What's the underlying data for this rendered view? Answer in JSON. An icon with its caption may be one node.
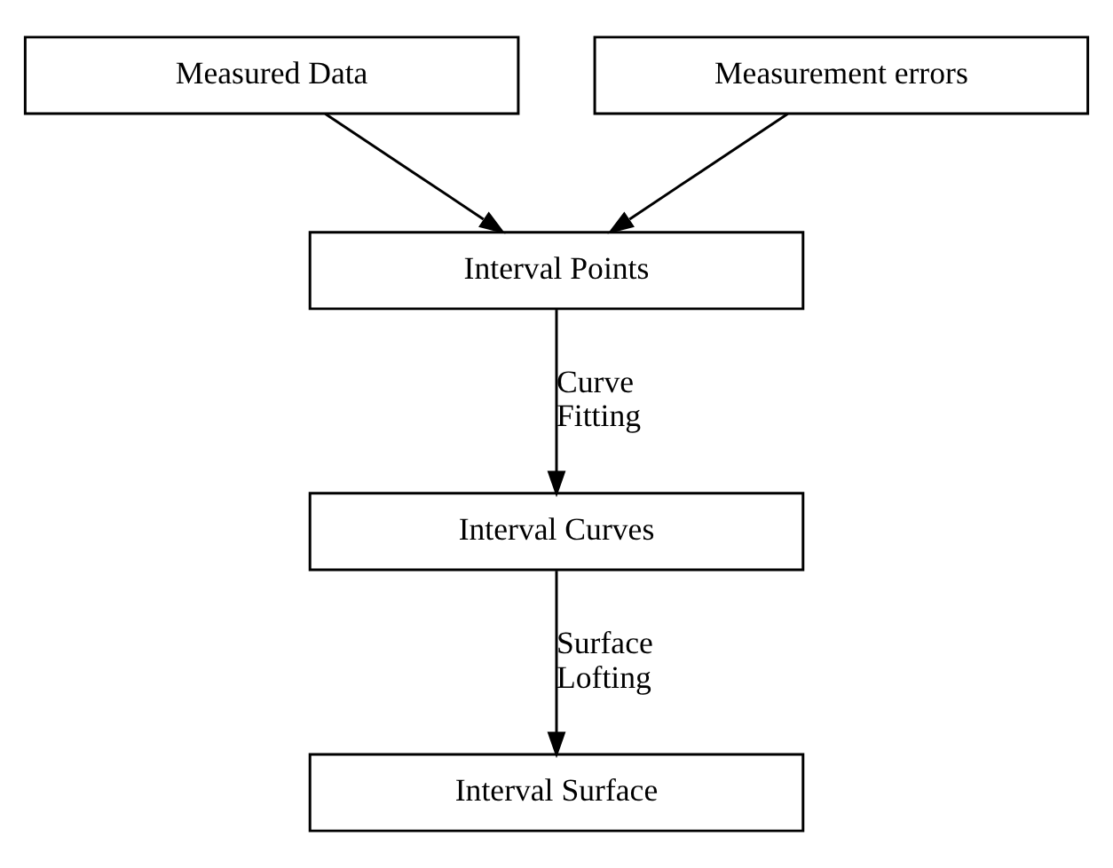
{
  "diagram": {
    "nodes": [
      {
        "text": [
          "Measured Data"
        ]
      },
      {
        "text": [
          "Measurement errors"
        ]
      },
      {
        "text": [
          "Interval Points"
        ]
      },
      {
        "text": [
          "Interval Curves"
        ]
      },
      {
        "text": [
          "Interval Surface"
        ]
      }
    ],
    "edges": [
      {
        "from": 0,
        "to": 2,
        "arrow": "to"
      },
      {
        "from": 1,
        "to": 2,
        "arrow": "to"
      },
      {
        "from": 2,
        "to": 3,
        "arrow": "to",
        "label": "Curve Fitting"
      },
      {
        "from": 3,
        "to": 4,
        "arrow": "to",
        "label": "Surface Lofting"
      }
    ]
  }
}
